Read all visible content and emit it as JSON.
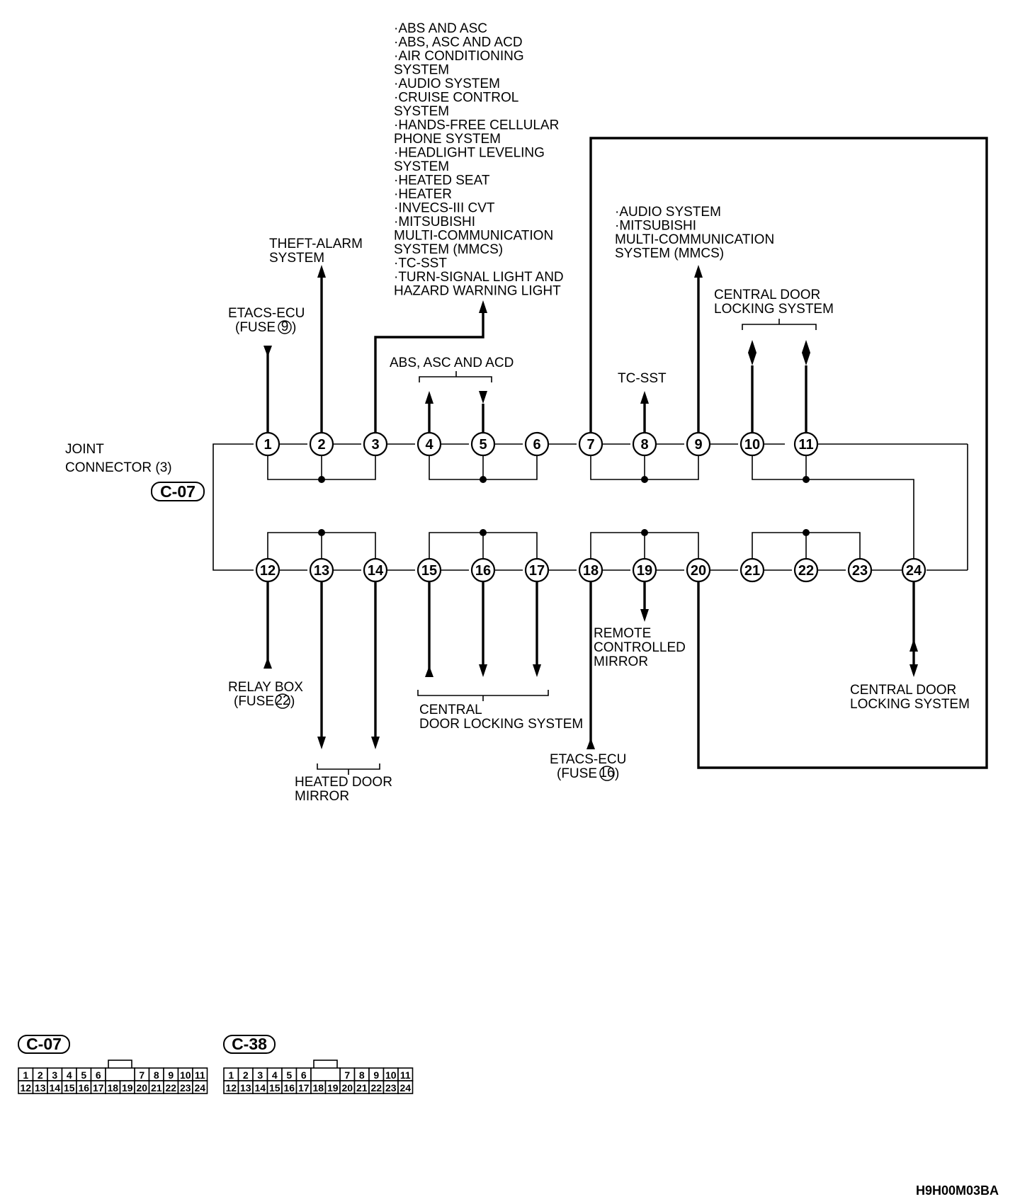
{
  "connector": {
    "name_line1": "JOINT",
    "name_line2": "CONNECTOR (3)",
    "id": "C-07"
  },
  "pins": [
    "1",
    "2",
    "3",
    "4",
    "5",
    "6",
    "7",
    "8",
    "9",
    "10",
    "11",
    "12",
    "13",
    "14",
    "15",
    "16",
    "17",
    "18",
    "19",
    "20",
    "21",
    "22",
    "23",
    "24"
  ],
  "labels": {
    "etacs_fuse9": [
      "ETACS-ECU",
      "(FUSE",
      "9",
      ")"
    ],
    "theft_alarm": [
      "THEFT-ALARM",
      "SYSTEM"
    ],
    "pin3_systems": [
      "·ABS AND ASC",
      "·ABS, ASC AND ACD",
      "·AIR CONDITIONING",
      " SYSTEM",
      "·AUDIO SYSTEM",
      "·CRUISE CONTROL",
      " SYSTEM",
      "·HANDS-FREE CELLULAR",
      " PHONE SYSTEM",
      "·HEADLIGHT LEVELING",
      " SYSTEM",
      "·HEATED SEAT",
      "·HEATER",
      "·INVECS-III CVT",
      "·MITSUBISHI",
      " MULTI-COMMUNICATION",
      " SYSTEM (MMCS)",
      "·TC-SST",
      "·TURN-SIGNAL LIGHT AND",
      " HAZARD WARNING LIGHT"
    ],
    "abs_asc_acd": "ABS, ASC AND ACD",
    "tc_sst": "TC-SST",
    "pin9_systems": [
      "·AUDIO SYSTEM",
      "·MITSUBISHI",
      " MULTI-COMMUNICATION",
      " SYSTEM (MMCS)"
    ],
    "central_door_top": [
      "CENTRAL DOOR",
      "LOCKING SYSTEM"
    ],
    "relay_box": [
      "RELAY BOX",
      "(FUSE",
      "22",
      ")"
    ],
    "heated_door_mirror": [
      "HEATED DOOR",
      "MIRROR"
    ],
    "central_door_bottom": [
      "CENTRAL",
      "DOOR LOCKING SYSTEM"
    ],
    "etacs_fuse16": [
      "ETACS-ECU",
      "(FUSE",
      "16",
      ")"
    ],
    "remote_mirror": [
      "REMOTE",
      "CONTROLLED",
      "MIRROR"
    ],
    "central_door_right": [
      "CENTRAL DOOR",
      "LOCKING SYSTEM"
    ]
  },
  "connector_views": [
    {
      "id": "C-07",
      "top_row": [
        "1",
        "2",
        "3",
        "4",
        "5",
        "6",
        "7",
        "8",
        "9",
        "10",
        "11"
      ],
      "bottom_row": [
        "12",
        "13",
        "14",
        "15",
        "16",
        "17",
        "18",
        "19",
        "20",
        "21",
        "22",
        "23",
        "24"
      ]
    },
    {
      "id": "C-38",
      "top_row": [
        "1",
        "2",
        "3",
        "4",
        "5",
        "6",
        "7",
        "8",
        "9",
        "10",
        "11"
      ],
      "bottom_row": [
        "12",
        "13",
        "14",
        "15",
        "16",
        "17",
        "18",
        "19",
        "20",
        "21",
        "22",
        "23",
        "24"
      ]
    }
  ],
  "figure_code": "H9H00M03BA"
}
